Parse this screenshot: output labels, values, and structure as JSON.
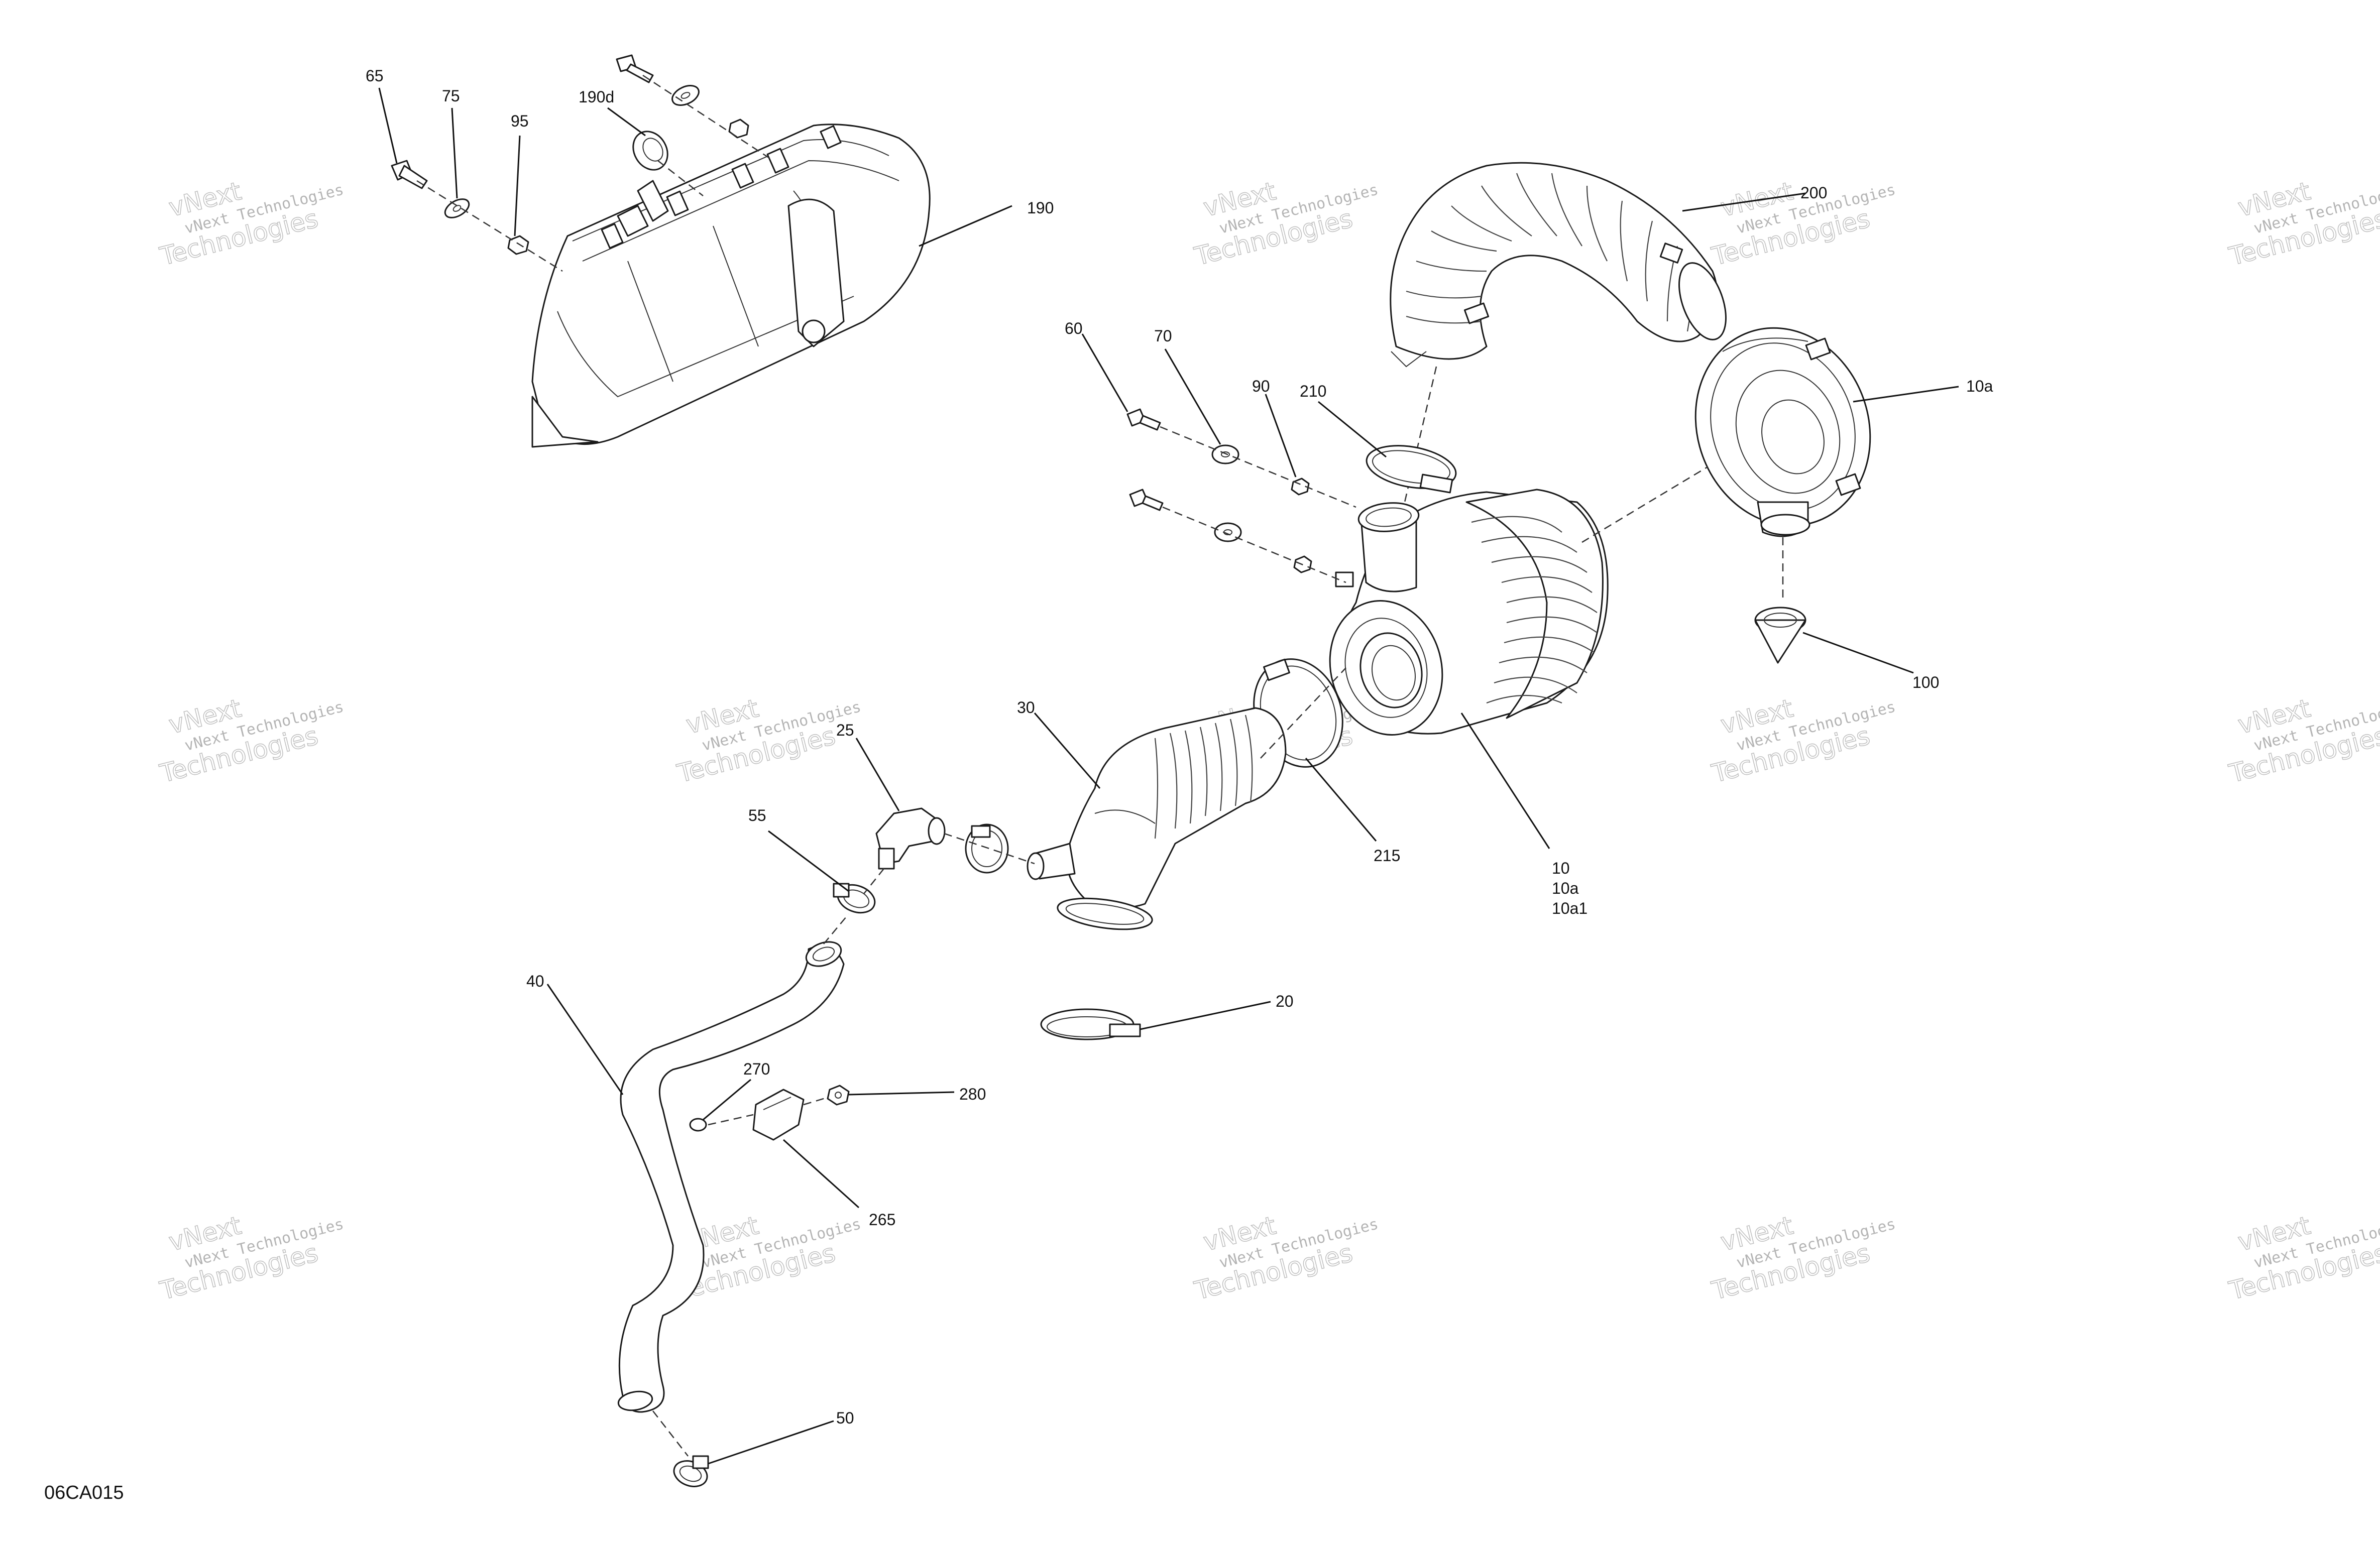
{
  "figure_code": "06CA015",
  "watermark": {
    "line1": "vNext Technologies",
    "line2": "vNext",
    "line3": "Technologies"
  },
  "callouts": {
    "c65": "65",
    "c75": "75",
    "c95": "95",
    "c190d": "190d",
    "c190": "190",
    "c200": "200",
    "c60": "60",
    "c70": "70",
    "c90": "90",
    "c210": "210",
    "c10a_top": "10a",
    "c100": "100",
    "c30": "30",
    "c25": "25",
    "c55": "55",
    "c215": "215",
    "c10": "10",
    "c10a": "10a",
    "c10a1": "10a1",
    "c20": "20",
    "c40": "40",
    "c270": "270",
    "c280": "280",
    "c265": "265",
    "c50": "50"
  }
}
